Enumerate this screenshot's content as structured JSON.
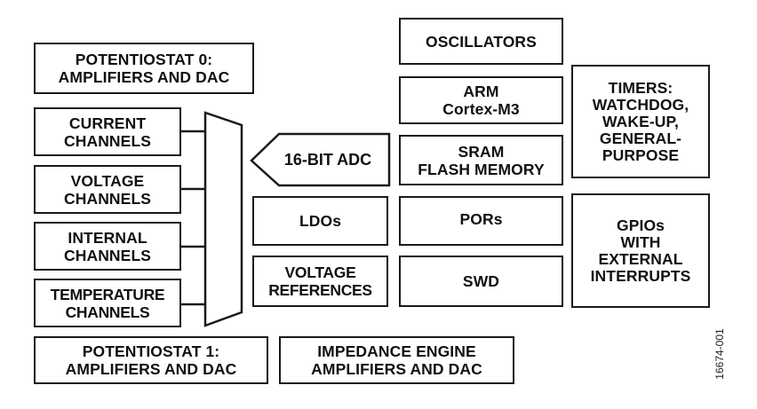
{
  "diagram": {
    "type": "block-diagram",
    "figure_id": "16674-001",
    "blocks": {
      "potentiostat0": "POTENTIOSTAT 0:\nAMPLIFIERS AND DAC",
      "current_channels": "CURRENT\nCHANNELS",
      "voltage_channels": "VOLTAGE\nCHANNELS",
      "internal_channels": "INTERNAL\nCHANNELS",
      "temperature_channels": "TEMPERATURE\nCHANNELS",
      "adc": "16-BIT ADC",
      "ldos": "LDOs",
      "voltage_references": "VOLTAGE\nREFERENCES",
      "oscillators": "OSCILLATORS",
      "arm": "ARM\nCortex-M3",
      "sram_flash": "SRAM\nFLASH MEMORY",
      "pors": "PORs",
      "swd": "SWD",
      "timers": "TIMERS:\nWATCHDOG,\nWAKE-UP,\nGENERAL-\nPURPOSE",
      "gpios": "GPIOs\nWITH\nEXTERNAL\nINTERRUPTS",
      "potentiostat1": "POTENTIOSTAT 1:\nAMPLIFIERS AND DAC",
      "impedance_engine": "IMPEDANCE ENGINE\nAMPLIFIERS  AND DAC"
    },
    "connections": [
      {
        "from": "current_channels",
        "to": "multiplexer"
      },
      {
        "from": "voltage_channels",
        "to": "multiplexer"
      },
      {
        "from": "internal_channels",
        "to": "multiplexer"
      },
      {
        "from": "temperature_channels",
        "to": "multiplexer"
      },
      {
        "from": "adc",
        "to": "multiplexer",
        "style": "arrow-pointing-left"
      }
    ]
  }
}
